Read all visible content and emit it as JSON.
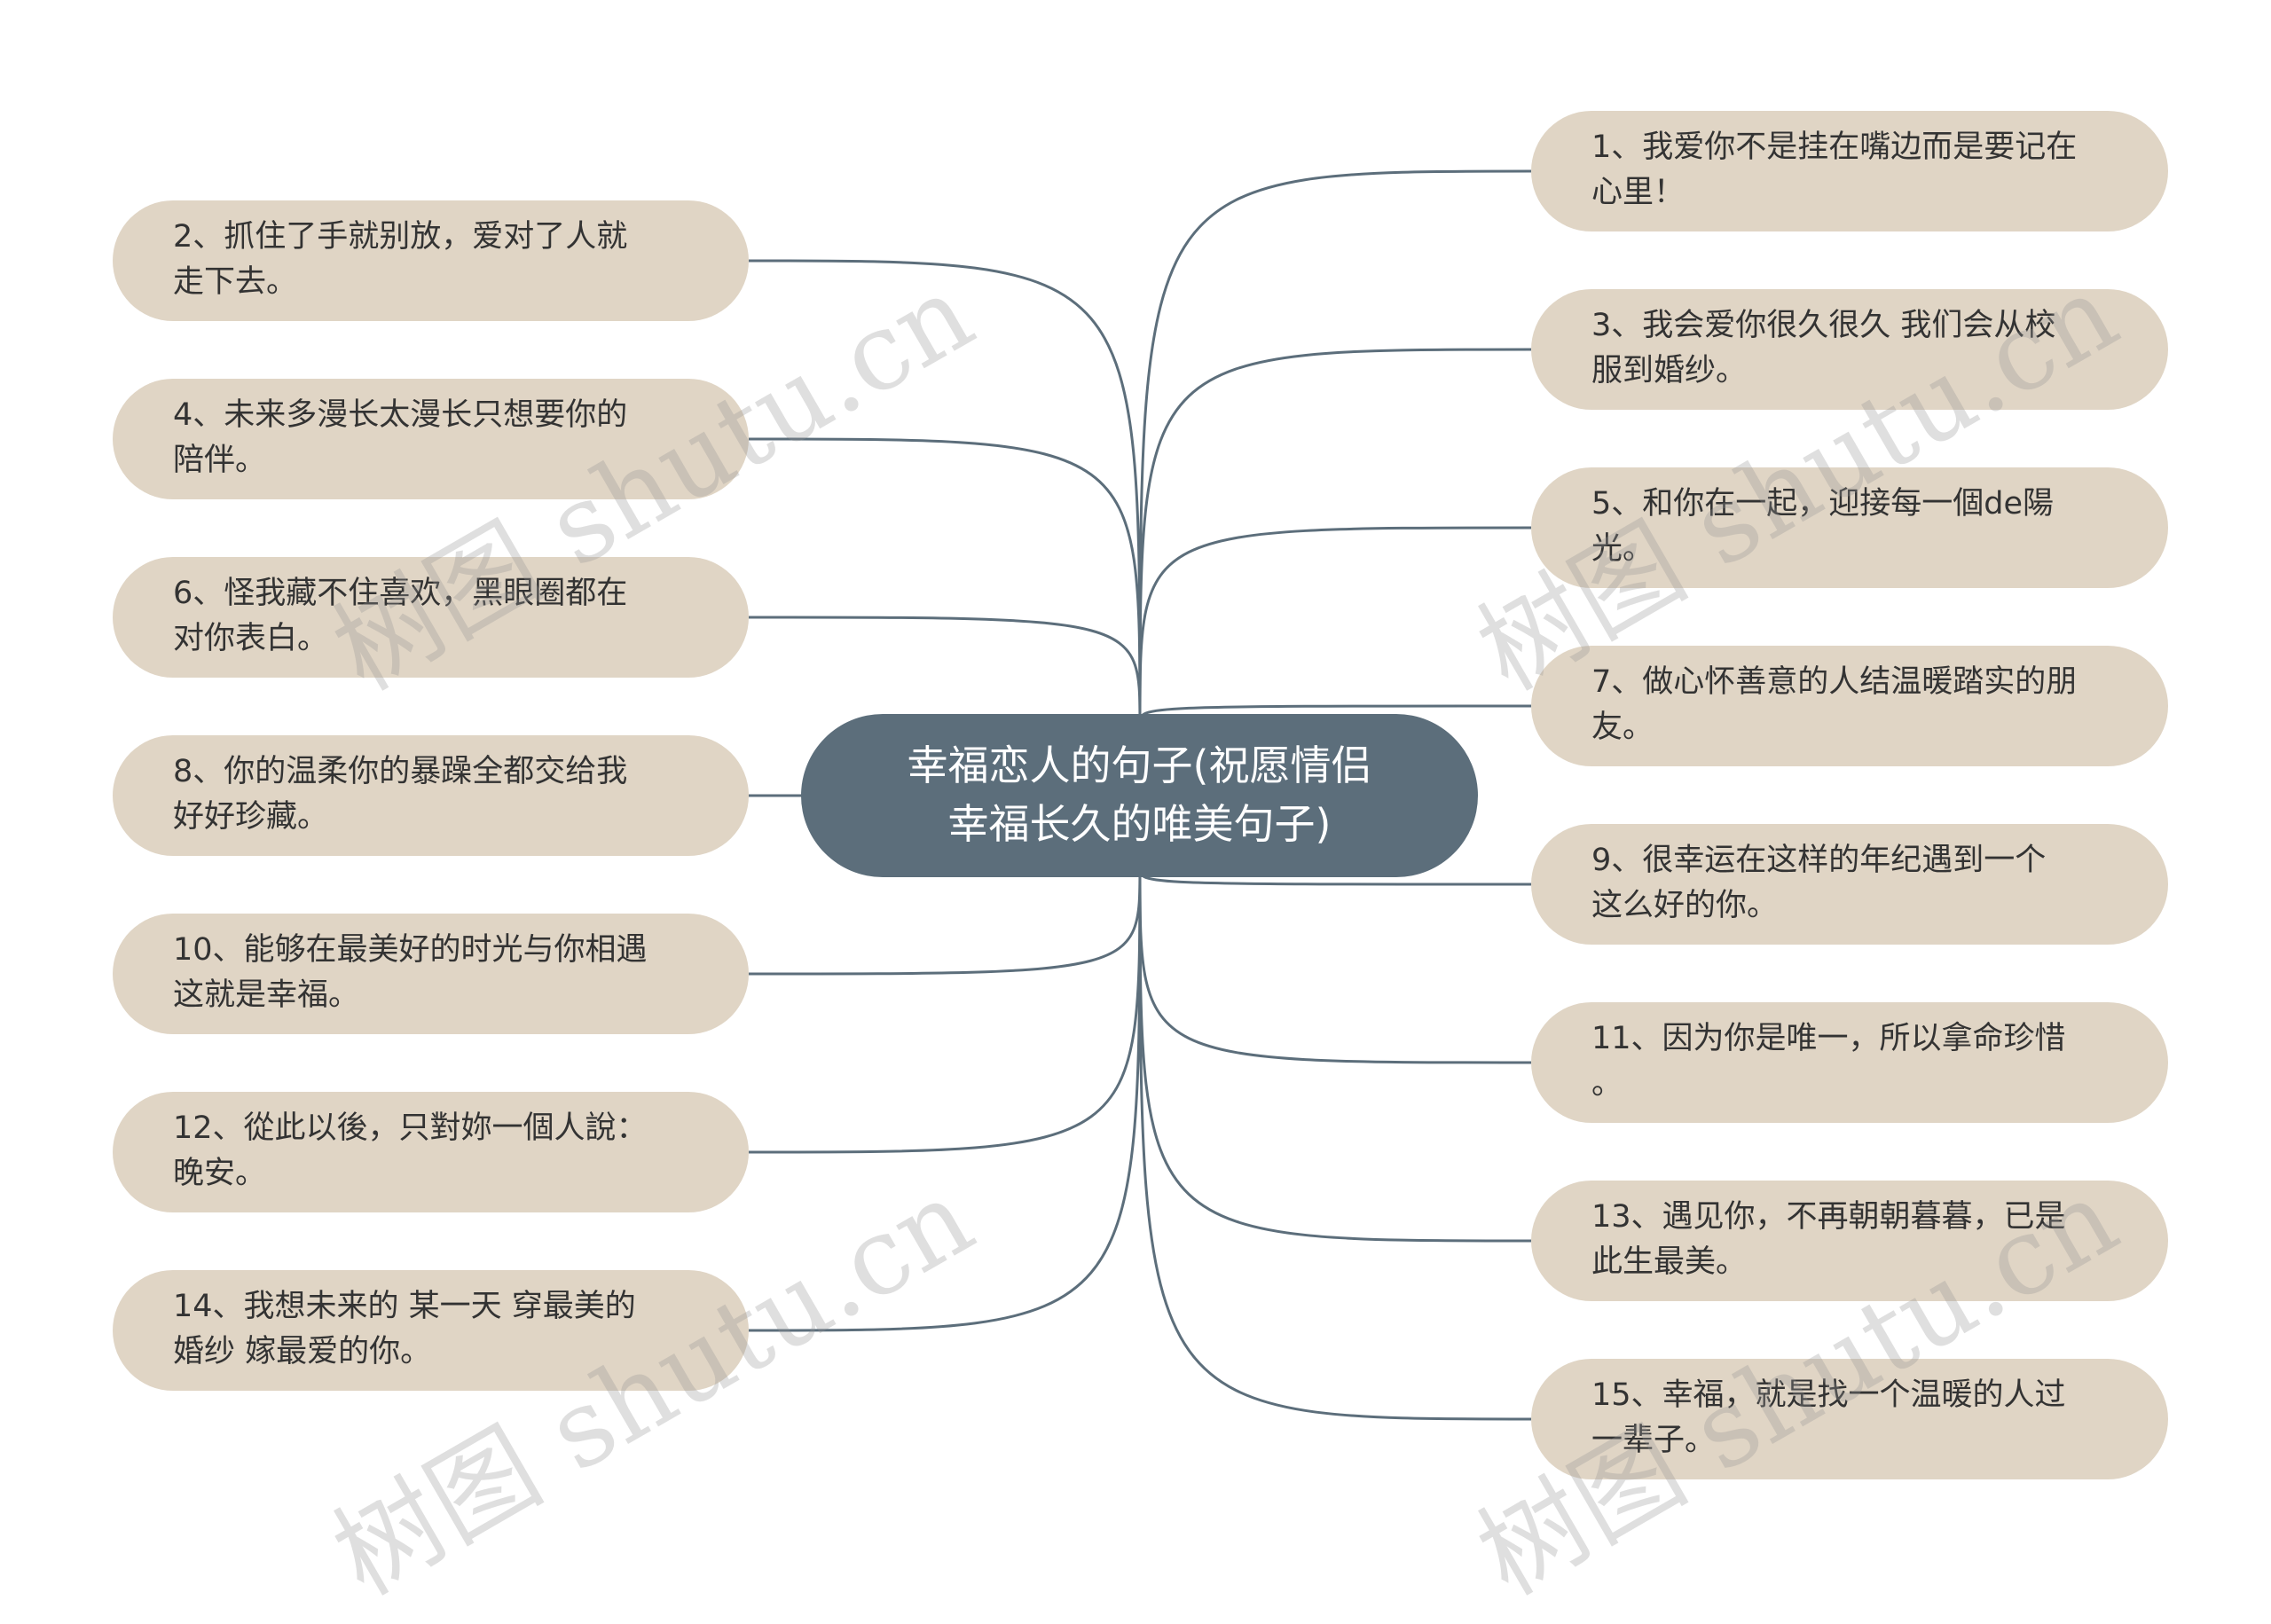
{
  "center": {
    "text": "幸福恋人的句子(祝愿情侣\n幸福长久的唯美句子)"
  },
  "colors": {
    "center_fill": "#5c6e7b",
    "node_fill": "#e0d5c5",
    "edge": "#5c6e7b"
  },
  "left_nodes": [
    {
      "text": "2、抓住了手就别放，爱对了人就\n走下去。"
    },
    {
      "text": "4、未来多漫长太漫长只想要你的\n陪伴。"
    },
    {
      "text": "6、怪我藏不住喜欢，黑眼圈都在\n对你表白。"
    },
    {
      "text": "8、你的温柔你的暴躁全都交给我\n好好珍藏。"
    },
    {
      "text": "10、能够在最美好的时光与你相遇\n这就是幸福。"
    },
    {
      "text": "12、從此以後，只對妳一個人說：\n晚安。"
    },
    {
      "text": "14、我想未来的 某一天 穿最美的\n婚纱 嫁最爱的你。"
    }
  ],
  "right_nodes": [
    {
      "text": "1、我爱你不是挂在嘴边而是要记在\n心里！"
    },
    {
      "text": "3、我会爱你很久很久 我们会从校\n服到婚纱。"
    },
    {
      "text": "5、和你在一起，迎接每一個de陽\n光。"
    },
    {
      "text": "7、做心怀善意的人结温暖踏实的朋\n友。"
    },
    {
      "text": "9、很幸运在这样的年纪遇到一个\n这么好的你。"
    },
    {
      "text": "11、因为你是唯一，所以拿命珍惜\n。"
    },
    {
      "text": "13、遇见你，不再朝朝暮暮，已是\n此生最美。"
    },
    {
      "text": "15、幸福，就是找一个温暖的人过\n一辈子。"
    }
  ],
  "watermark": {
    "text": "树图 shutu.cn"
  }
}
